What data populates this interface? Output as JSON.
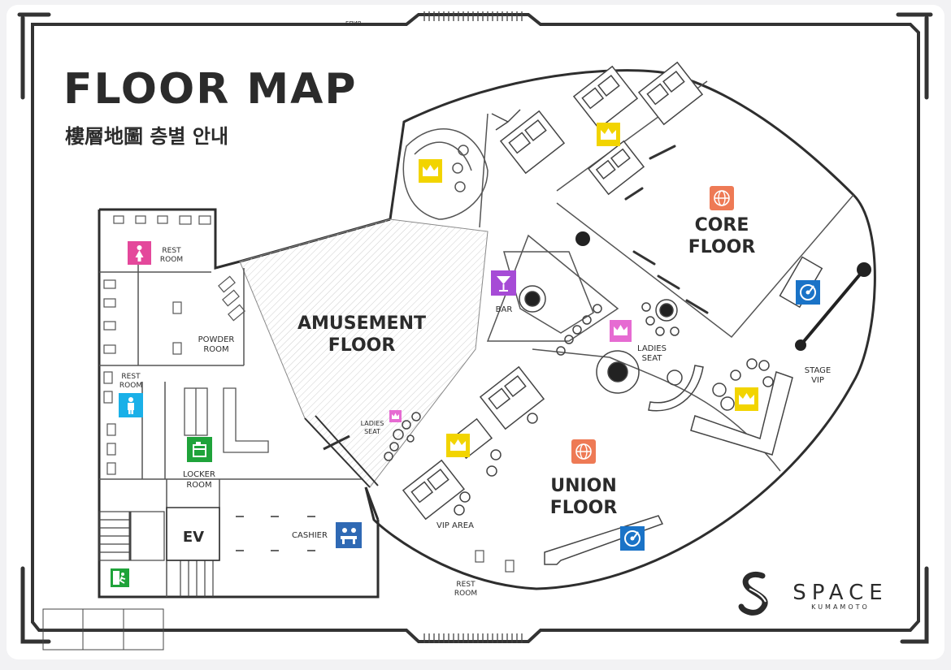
{
  "title": "FLOOR MAP",
  "subtitle": "樓層地圖  층별 안내",
  "frame_marks": {
    "top_small": "ЕПИВ"
  },
  "zones": {
    "amusement": [
      "AMUSEMENT",
      "FLOOR"
    ],
    "core": [
      "CORE",
      "FLOOR"
    ],
    "union": [
      "UNION",
      "FLOOR"
    ]
  },
  "labels": {
    "bar": "BAR",
    "ladies_seat_main": [
      "LADIES",
      "SEAT"
    ],
    "ladies_seat_small": [
      "LADIES",
      "SEAT"
    ],
    "stage_vip": [
      "STAGE",
      "VIP"
    ],
    "vip_area": "VIP AREA",
    "rest_room_top": [
      "REST",
      "ROOM"
    ],
    "rest_room_left": [
      "REST",
      "ROOM"
    ],
    "rest_room_bottom": [
      "REST",
      "ROOM"
    ],
    "powder_room": [
      "POWDER",
      "ROOM"
    ],
    "locker_room": [
      "LOCKER",
      "ROOM"
    ],
    "ev": "EV",
    "cashier": "CASHIER"
  },
  "brand": {
    "name": "SPACE",
    "city": "KUMAMOTO"
  },
  "icons": [
    {
      "name": "crown-icon",
      "color": "#f2d400"
    },
    {
      "name": "crown-icon-pink",
      "color": "#e66bd2"
    },
    {
      "name": "dj-turntable-icon",
      "color": "#1a73c7"
    },
    {
      "name": "globe-icon",
      "color": "#ee7a55"
    },
    {
      "name": "cocktail-icon",
      "color": "#a64bd6"
    },
    {
      "name": "female-restroom-icon",
      "color": "#e4489b"
    },
    {
      "name": "male-restroom-icon",
      "color": "#1ab0e8"
    },
    {
      "name": "locker-icon",
      "color": "#1fa33a"
    },
    {
      "name": "cashier-icon",
      "color": "#2f69b4"
    },
    {
      "name": "emergency-exit-icon",
      "color": "#1fa33a"
    }
  ]
}
